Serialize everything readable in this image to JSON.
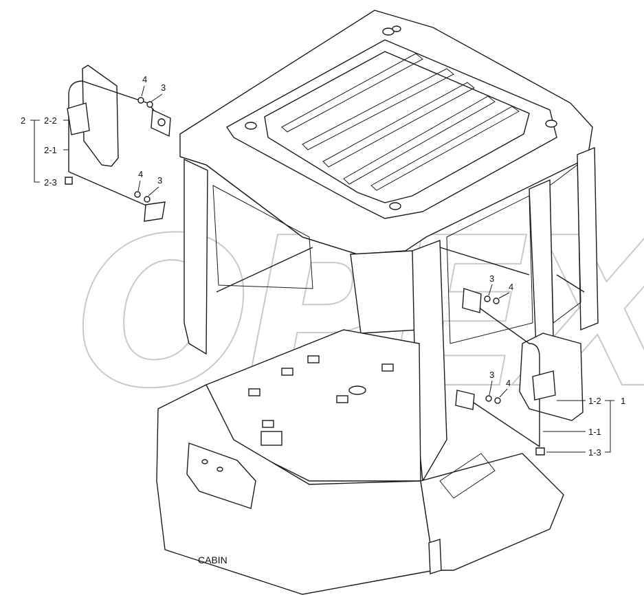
{
  "caption": "CABIN",
  "watermark": "OPEX",
  "colors": {
    "line": "#1a1a1a",
    "watermark": "#c9c9c9",
    "background": "#ffffff"
  },
  "callouts": {
    "left_mirror": {
      "group": "2",
      "mirror": "2-2",
      "stay": "2-1",
      "cap": "2-3",
      "upper_bolt": "4",
      "upper_washer": "3",
      "lower_bolt": "4",
      "lower_washer": "3"
    },
    "right_mirror": {
      "group": "1",
      "mirror": "1-2",
      "stay": "1-1",
      "cap": "1-3",
      "upper_washer": "3",
      "upper_bolt": "4",
      "lower_washer": "3",
      "lower_bolt": "4"
    }
  }
}
